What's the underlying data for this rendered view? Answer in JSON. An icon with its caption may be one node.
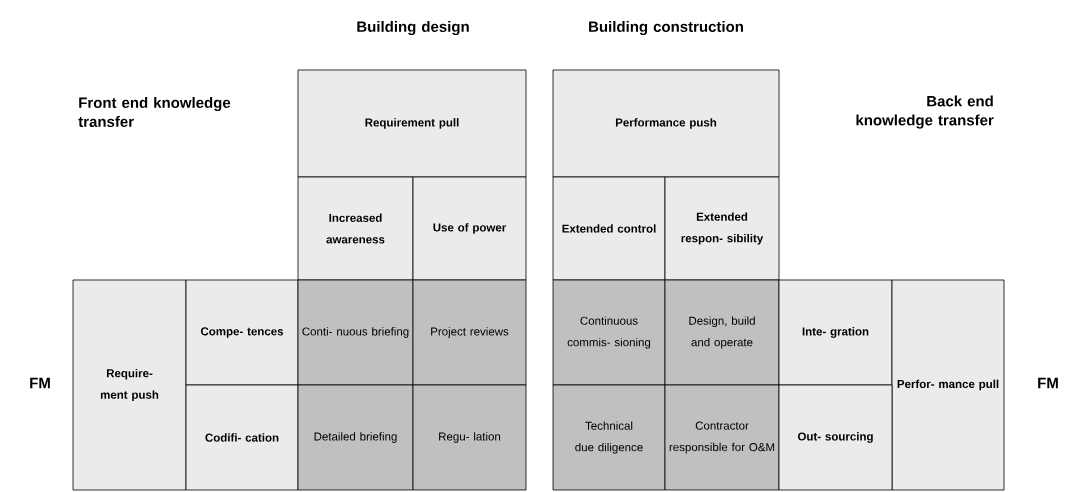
{
  "diagram": {
    "nodes": [
      {
        "text": [
          "Requirement pull"
        ]
      },
      {
        "text": [
          "Performance push"
        ]
      },
      {
        "text": [
          "Increased awareness"
        ]
      },
      {
        "text": [
          "Use of power"
        ]
      },
      {
        "text": [
          "Extended control"
        ]
      },
      {
        "text": [
          "Extended respon- sibility"
        ]
      },
      {
        "text": [
          "Require- ment push"
        ]
      },
      {
        "text": [
          "Compe- tences"
        ]
      },
      {
        "text": [
          "Conti- nuous briefing"
        ]
      },
      {
        "text": [
          "Project reviews"
        ]
      },
      {
        "text": [
          "Continuous commis- sioning"
        ]
      },
      {
        "text": [
          "Design, build and operate"
        ]
      },
      {
        "text": [
          "Inte- gration"
        ]
      },
      {
        "text": [
          "Perfor- mance pull"
        ]
      },
      {
        "text": [
          "Codifi- cation"
        ]
      },
      {
        "text": [
          "Detailed briefing"
        ]
      },
      {
        "text": [
          "Regu- lation"
        ]
      },
      {
        "text": [
          "Technical due diligence"
        ]
      },
      {
        "text": [
          "Contractor responsible for O&M"
        ]
      },
      {
        "text": [
          "Out- sourcing"
        ]
      }
    ],
    "edges": [],
    "labels": [
      "Building design",
      "Building construction",
      "Front end knowledge transfer",
      "Back end knowledge transfer",
      "FM",
      "FM"
    ]
  }
}
